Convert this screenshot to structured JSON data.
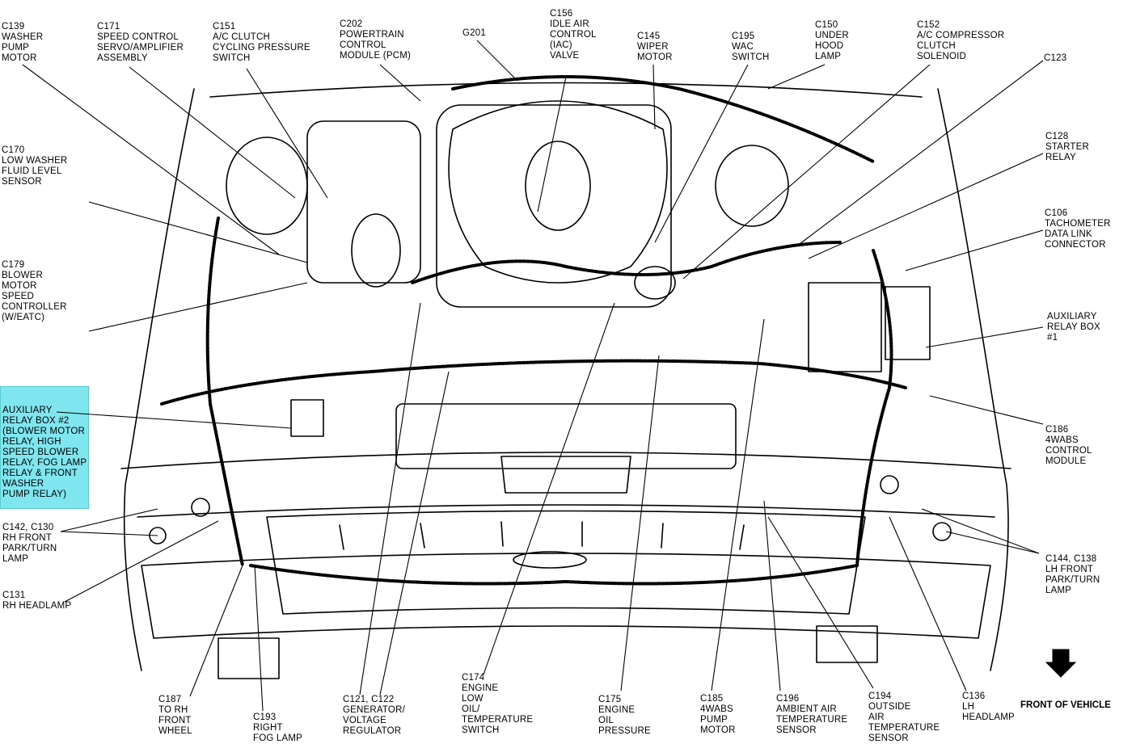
{
  "labels": {
    "c139": "C139\nWASHER\nPUMP\nMOTOR",
    "c171": "C171\nSPEED CONTROL\nSERVO/AMPLIFIER\nASSEMBLY",
    "c151": "C151\nA/C CLUTCH\nCYCLING PRESSURE\nSWITCH",
    "c202": "C202\nPOWERTRAIN\nCONTROL\nMODULE (PCM)",
    "g201": "G201",
    "c156": "C156\nIDLE AIR\nCONTROL\n(IAC)\nVALVE",
    "c145": "C145\nWIPER\nMOTOR",
    "c195": "C195\nWAC\nSWITCH",
    "c150": "C150\nUNDER\nHOOD\nLAMP",
    "c152": "C152\nA/C COMPRESSOR\nCLUTCH\nSOLENOID",
    "c123": "C123",
    "c170": "C170\nLOW WASHER\nFLUID LEVEL\nSENSOR",
    "c128": "C128\nSTARTER\nRELAY",
    "c106": "C106\nTACHOMETER\nDATA LINK\nCONNECTOR",
    "c179": "C179\nBLOWER\nMOTOR\nSPEED\nCONTROLLER\n(W/EATC)",
    "aux1": "AUXILIARY\nRELAY BOX\n#1",
    "aux2": "AUXILIARY\nRELAY BOX #2\n(BLOWER MOTOR\nRELAY, HIGH\nSPEED BLOWER\nRELAY, FOG LAMP\nRELAY & FRONT\nWASHER\nPUMP RELAY)",
    "c186": "C186\n4WABS\nCONTROL\nMODULE",
    "c142": "C142, C130\nRH FRONT\nPARK/TURN\nLAMP",
    "c144": "C144, C138\nLH FRONT\nPARK/TURN\nLAMP",
    "c131": "C131\nRH HEADLAMP",
    "c187": "C187\nTO RH\nFRONT\nWHEEL",
    "c193": "C193\nRIGHT\nFOG LAMP",
    "c121": "C121, C122\nGENERATOR/\nVOLTAGE\nREGULATOR",
    "c174": "C174\nENGINE\nLOW\nOIL/\nTEMPERATURE\nSWITCH",
    "c175": "C175\nENGINE\nOIL\nPRESSURE",
    "c185": "C185\n4WABS\nPUMP\nMOTOR",
    "c196": "C196\nAMBIENT AIR\nTEMPERATURE\nSENSOR",
    "c194": "C194\nOUTSIDE\nAIR\nTEMPERATURE\nSENSOR",
    "c136": "C136\nLH\nHEADLAMP"
  },
  "front_of_vehicle": "FRONT OF VEHICLE",
  "highlight_color": "#7fe6ef"
}
